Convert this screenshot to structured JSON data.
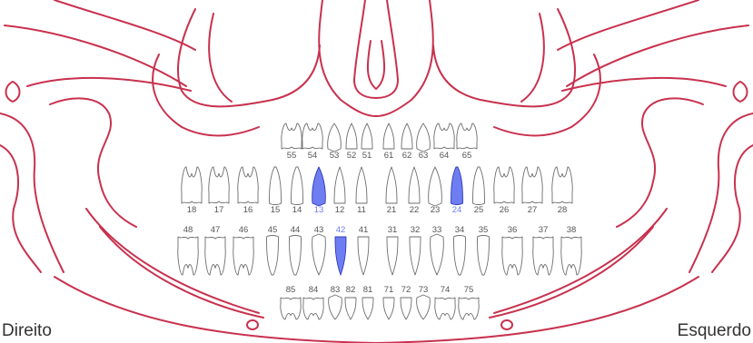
{
  "labels": {
    "right_side": "Direito",
    "left_side": "Esquerdo"
  },
  "colors": {
    "anatomy_outline": "#c8314e",
    "selected_tooth": "#6f7df2",
    "tooth_outline": "#6d6d6d"
  },
  "rows": [
    {
      "id": "upper-primary",
      "teeth": [
        {
          "number": "55",
          "type": "molar"
        },
        {
          "number": "54",
          "type": "molar"
        },
        {
          "number": "53",
          "type": "canine"
        },
        {
          "number": "52",
          "type": "incisor"
        },
        {
          "number": "51",
          "type": "incisor"
        },
        {
          "number": "61",
          "type": "incisor"
        },
        {
          "number": "62",
          "type": "incisor"
        },
        {
          "number": "63",
          "type": "canine"
        },
        {
          "number": "64",
          "type": "molar"
        },
        {
          "number": "65",
          "type": "molar"
        }
      ]
    },
    {
      "id": "upper-permanent",
      "teeth": [
        {
          "number": "18",
          "type": "molar"
        },
        {
          "number": "17",
          "type": "molar"
        },
        {
          "number": "16",
          "type": "molar"
        },
        {
          "number": "15",
          "type": "premolar"
        },
        {
          "number": "14",
          "type": "premolar"
        },
        {
          "number": "13",
          "type": "canine",
          "selected": true
        },
        {
          "number": "12",
          "type": "incisor"
        },
        {
          "number": "11",
          "type": "incisor"
        },
        {
          "number": "21",
          "type": "incisor"
        },
        {
          "number": "22",
          "type": "incisor"
        },
        {
          "number": "23",
          "type": "canine"
        },
        {
          "number": "24",
          "type": "premolar",
          "selected": true
        },
        {
          "number": "25",
          "type": "premolar"
        },
        {
          "number": "26",
          "type": "molar"
        },
        {
          "number": "27",
          "type": "molar"
        },
        {
          "number": "28",
          "type": "molar"
        }
      ]
    },
    {
      "id": "lower-permanent",
      "teeth": [
        {
          "number": "48",
          "type": "molar"
        },
        {
          "number": "47",
          "type": "molar"
        },
        {
          "number": "46",
          "type": "molar"
        },
        {
          "number": "45",
          "type": "premolar"
        },
        {
          "number": "44",
          "type": "premolar"
        },
        {
          "number": "43",
          "type": "canine"
        },
        {
          "number": "42",
          "type": "incisor",
          "selected": true
        },
        {
          "number": "41",
          "type": "incisor"
        },
        {
          "number": "31",
          "type": "incisor"
        },
        {
          "number": "32",
          "type": "incisor"
        },
        {
          "number": "33",
          "type": "canine"
        },
        {
          "number": "34",
          "type": "premolar"
        },
        {
          "number": "35",
          "type": "premolar"
        },
        {
          "number": "36",
          "type": "molar"
        },
        {
          "number": "37",
          "type": "molar"
        },
        {
          "number": "38",
          "type": "molar"
        }
      ]
    },
    {
      "id": "lower-primary",
      "teeth": [
        {
          "number": "85",
          "type": "molar"
        },
        {
          "number": "84",
          "type": "molar"
        },
        {
          "number": "83",
          "type": "canine"
        },
        {
          "number": "82",
          "type": "incisor"
        },
        {
          "number": "81",
          "type": "incisor"
        },
        {
          "number": "71",
          "type": "incisor"
        },
        {
          "number": "72",
          "type": "incisor"
        },
        {
          "number": "73",
          "type": "canine"
        },
        {
          "number": "74",
          "type": "molar"
        },
        {
          "number": "75",
          "type": "molar"
        }
      ]
    }
  ]
}
